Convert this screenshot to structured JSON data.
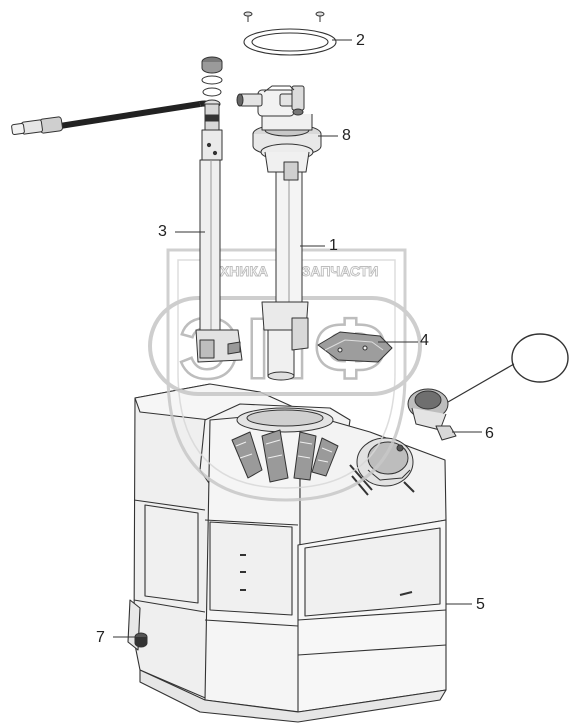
{
  "watermark": {
    "letters": "ЭПФ",
    "caption_left": "ТЕХНИКА",
    "caption_right": "ЗАПЧАСТИ"
  },
  "callouts": {
    "c1": "1",
    "c2": "2",
    "c3": "3",
    "c4": "4",
    "c5": "5",
    "c6": "6",
    "c7": "7",
    "c8": "8"
  },
  "colors": {
    "line": "#333333",
    "fill": "#f4f4f4",
    "shade": "#b8b8b8",
    "dark": "#222222",
    "watermark": "#d6d6d6"
  }
}
